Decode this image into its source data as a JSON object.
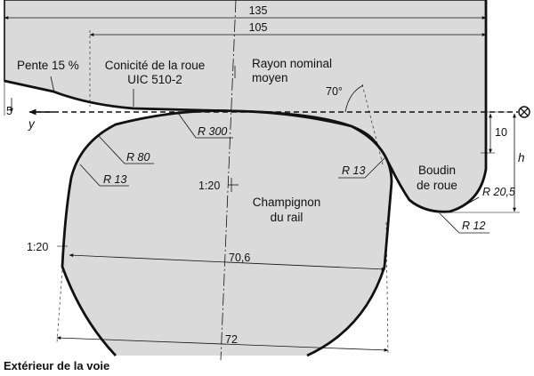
{
  "dimensions": {
    "d135": "135",
    "d105": "105",
    "d70_6": "70,6",
    "d72": "72",
    "d10": "10",
    "d5": "5",
    "h": "h",
    "angle70": "70°",
    "slope_inner": "1:20",
    "slope_outer": "1:20"
  },
  "radii": {
    "r300": "R 300",
    "r80": "R 80",
    "r13_rail": "R 13",
    "r13_flange": "R 13",
    "r20_5": "R 20,5",
    "r12": "R 12"
  },
  "labels": {
    "pente": "Pente 15 %",
    "conicite_line1": "Conicité de la roue",
    "conicite_line2": "UIC 510-2",
    "rayon_line1": "Rayon nominal",
    "rayon_line2": "moyen",
    "boudin_line1": "Boudin",
    "boudin_line2": "de roue",
    "champignon_line1": "Champignon",
    "champignon_line2": "du rail",
    "axis_y": "y",
    "caption": "Extérieur de la voie"
  },
  "colors": {
    "fill": "#dadada",
    "stroke": "#111111"
  }
}
